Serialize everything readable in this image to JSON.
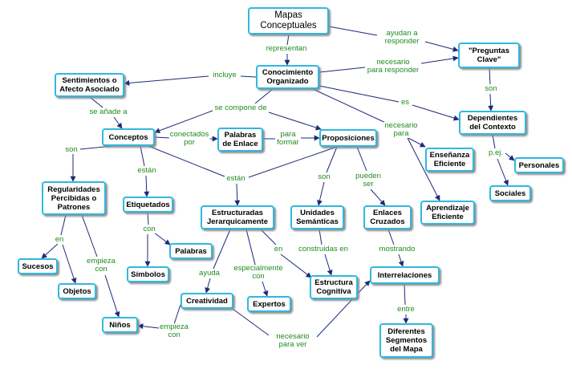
{
  "concept_map": {
    "nodes": {
      "mapas": "Mapas\nConceptuales",
      "preguntas": "\"Preguntas\nClave\"",
      "conocimiento": "Conocimiento\nOrganizado",
      "sentimientos": "Sentimientos o\nAfecto Asociado",
      "dependientes": "Dependientes\ndel Contexto",
      "conceptos": "Conceptos",
      "palabras_enlace": "Palabras\nde Enlace",
      "proposiciones": "Proposiciones",
      "ensenanza": "Enseñanza\nEficiente",
      "personales": "Personales",
      "sociales": "Sociales",
      "regularidades": "Regularidades\nPercibidas o\nPatrones",
      "etiquetados": "Etiquetados",
      "estructuradas": "Estructuradas\nJerarquicamente",
      "unidades": "Unidades\nSemánticas",
      "enlaces": "Enlaces\nCruzados",
      "aprendizaje": "Aprendizaje\nEficiente",
      "palabras": "Palabras",
      "sucesos": "Sucesos",
      "simbolos": "Símbolos",
      "objetos": "Objetos",
      "expertos": "Expertos",
      "estructura_cognitiva": "Estructura\nCognitiva",
      "interrelaciones": "Interrelaciones",
      "creatividad": "Creatividad",
      "ninos": "Niños",
      "segmentos": "Diferentes\nSegmentos\ndel Mapa"
    },
    "labels": {
      "representan": "representan",
      "ayudan": "ayudan a\nresponder",
      "necesario_responder": "necesario\npara responder",
      "incluye": "incluye",
      "son_preguntas": "son",
      "es": "es",
      "se_anade": "se añade a",
      "se_compone": "se compone de",
      "necesario_para": "necesario\npara",
      "conectados": "conectados\npor",
      "para_formar": "para\nformar",
      "pej": "p.ej.",
      "son_conceptos": "son",
      "estan_etiq": "están",
      "estan_estr": "están",
      "son_prop": "son",
      "pueden_ser": "pueden\nser",
      "en_reg": "en",
      "con": "con",
      "empieza_con": "empieza\ncon",
      "especialmente_con": "especialmente\ncon",
      "en_estr": "en",
      "construidas_en": "construidas en",
      "mostrando": "mostrando",
      "ayuda": "ayuda",
      "entre": "entre",
      "empieza_con2": "empieza\ncon",
      "necesario_ver": "necesario\npara ver"
    }
  }
}
